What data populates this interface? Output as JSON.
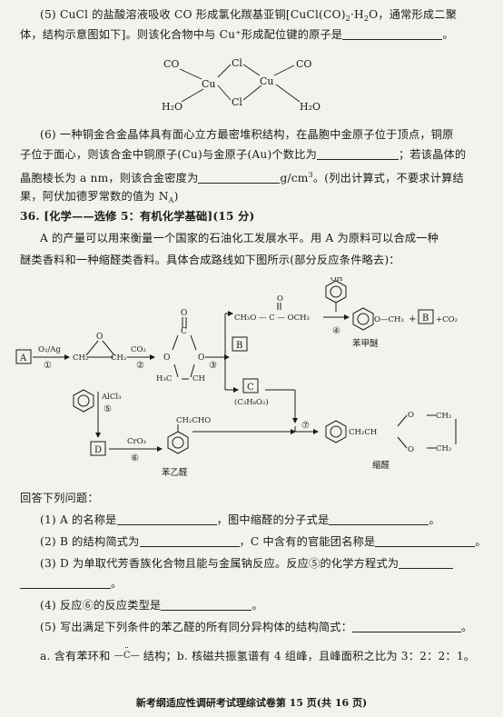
{
  "q5_cucl": {
    "line1_a": "(5) CuCl 的盐酸溶液吸收 CO 形成氯化羰基亚铜[CuCl(CO)",
    "sub2": "2",
    "line1_b": "·H",
    "sub3": "2",
    "line1_c": "O，通常形成二聚",
    "line2": "体，结构示意图如下]。则该化合物中与 Cu⁺形成配位键的原子是",
    "line2_end": "。",
    "struct": {
      "co": "CO",
      "cl": "Cl",
      "cu": "Cu",
      "h2o": "H₂O"
    }
  },
  "q6": {
    "line1": "(6) 一种铜金合金晶体具有面心立方最密堆积结构，在晶胞中金原子位于顶点，铜原",
    "line2_a": "子位于面心，则该合金中铜原子(Cu)与金原子(Au)个数比为",
    "line2_b": "；若该晶体的",
    "line3_a": "晶胞棱长为 a nm，则该合金密度为",
    "line3_b": "g/cm",
    "line3_sup": "3",
    "line3_c": "。(列出计算式，不要求计算结",
    "line4": "果，阿伏加德罗常数的值为 N",
    "line4_sub": "A",
    "line4_end": ")"
  },
  "q36": {
    "header": "36. [化学——选修 5：有机化学基础](15 分)",
    "intro1": "A 的产量可以用来衡量一个国家的石油化工发展水平。用 A 为原料可以合成一种",
    "intro2": "醚类香料和一种缩醛类香料。具体合成路线如下图所示(部分反应条件略去)："
  },
  "scheme": {
    "A": "A",
    "B": "B",
    "C": "C",
    "D": "D",
    "o2ag": "O₂/Ag",
    "co2": "CO₂",
    "alcl3": "AlCl₃",
    "cro3": "CrO₃",
    "n1": "①",
    "n2": "②",
    "n3": "③",
    "n4": "④",
    "n5": "⑤",
    "n6": "⑥",
    "n7": "⑦",
    "ch2": "CH₂",
    "o": "O",
    "c": "C",
    "h3c": "H₃C",
    "ch": "CH",
    "carbonate_chain": "CH₃O — C — OCH₃",
    "oh": "OH",
    "o_ch3": "O—CH₃",
    "plus": "+",
    "co2_prod": "+CO₂",
    "c_formula": "(C₃H₈O₂)",
    "ch2cho": "CH₂CHO",
    "ch2ch": "CH₂CH",
    "label_anisole": "苯甲醚",
    "label_acetal": "缩醛",
    "label_phenylacetaldehyde": "苯乙醛"
  },
  "questions": {
    "intro": "回答下列问题：",
    "q1_a": "(1) A 的名称是",
    "q1_b": "，图中缩醛的分子式是",
    "q1_end": "。",
    "q2_a": "(2) B 的结构简式为",
    "q2_b": "，C 中含有的官能团名称是",
    "q2_end": "。",
    "q3": "(3) D 为单取代芳香族化合物且能与金属钠反应。反应⑤的化学方程式为",
    "q3_end": "。",
    "q4_a": "(4) 反应⑥的反应类型是",
    "q4_end": "。",
    "q5": "(5) 写出满足下列条件的苯乙醛的所有同分异构体的结构简式：",
    "q5_end": "。",
    "cond_a": "a. 含有苯环和",
    "cond_o": "O",
    "cond_c": "—C—",
    "cond_b": "结构；b. 核磁共振氢谱有 4 组峰，且峰面积之比为 3：2：2：1。"
  },
  "footer": "新考纲适应性调研考试理综试卷第 15 页(共 16 页)"
}
